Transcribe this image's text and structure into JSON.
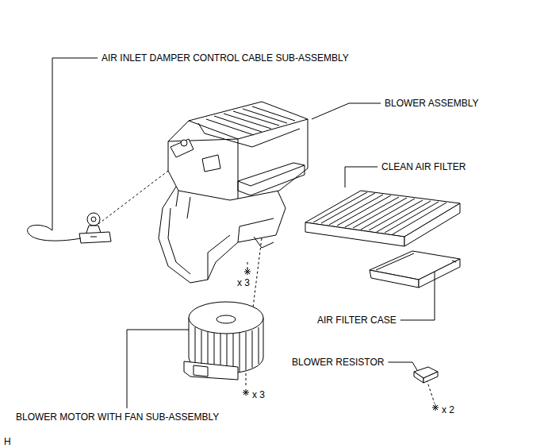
{
  "diagram": {
    "labels": [
      "AIR INLET DAMPER CONTROL CABLE SUB-ASSEMBLY",
      "BLOWER ASSEMBLY",
      "CLEAN AIR FILTER",
      "x 3",
      "AIR FILTER CASE",
      "BLOWER RESISTOR",
      "x 3",
      "x 2",
      "BLOWER MOTOR WITH FAN SUB-ASSEMBLY",
      "H"
    ]
  }
}
